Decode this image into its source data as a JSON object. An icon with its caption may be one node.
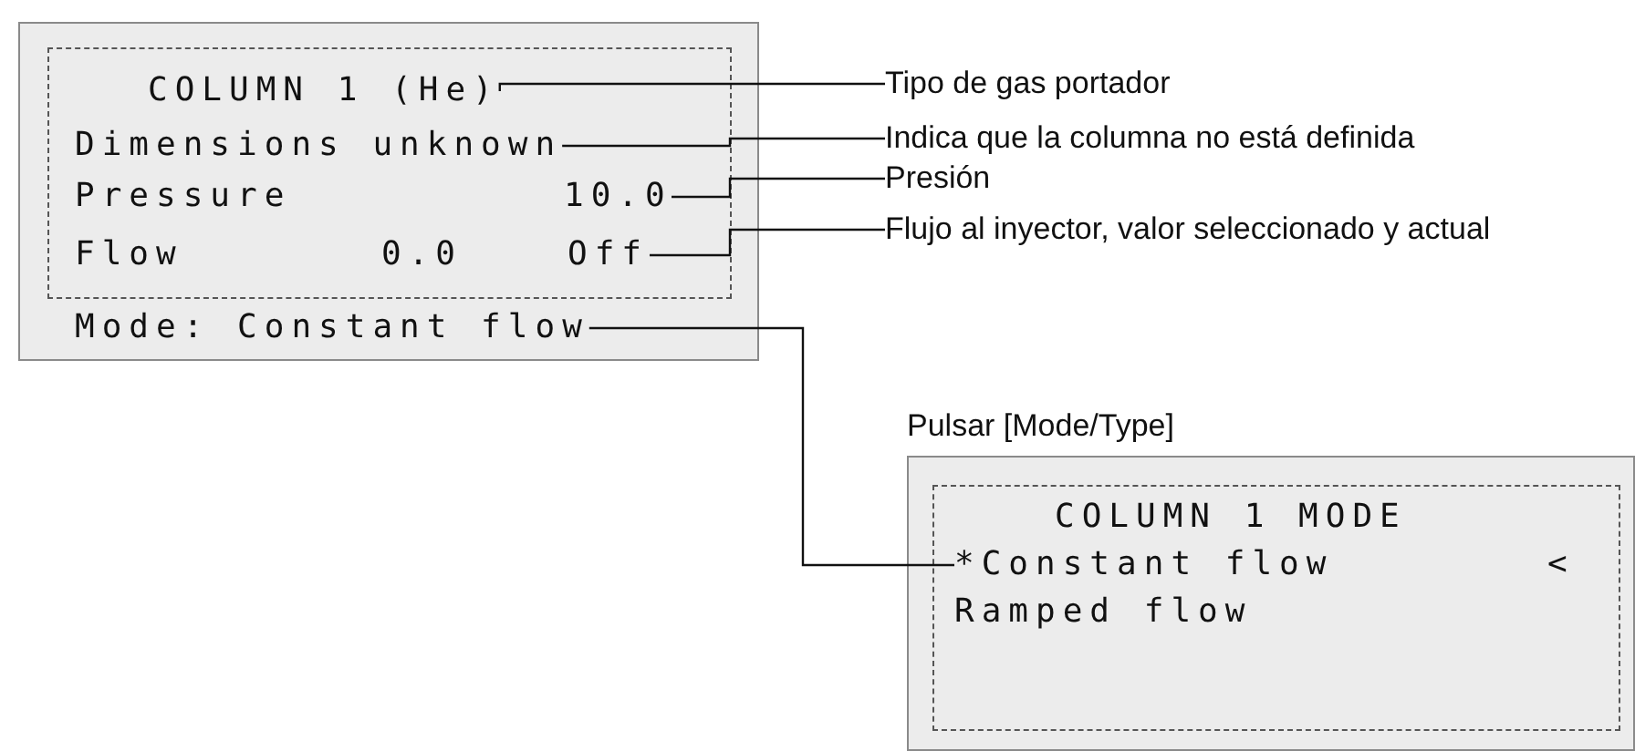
{
  "diagram": {
    "nodes": [
      {
        "text": [],
        "shape": "box"
      },
      {
        "text": [
          "COLUMN 1 (He)"
        ],
        "in": 0
      },
      {
        "text": [
          "Dimensions unknown"
        ],
        "in": 0
      },
      {
        "text": [
          "Pressure",
          "10.0"
        ],
        "in": 0
      },
      {
        "text": [
          "Flow",
          "0.0",
          "Off"
        ],
        "in": 0
      },
      {
        "text": [
          "Mode: Constant flow"
        ],
        "in": 0
      },
      {
        "text": [
          "Tipo de gas portador"
        ]
      },
      {
        "text": [
          "Indica que la columna no está definida"
        ]
      },
      {
        "text": [
          "Presión"
        ]
      },
      {
        "text": [
          "Flujo al inyector, valor seleccionado y actual"
        ]
      },
      {
        "text": [
          "Pulsar [Mode/Type]"
        ]
      },
      {
        "text": [
          "COLUMN 1 MODE"
        ],
        "in": 10
      },
      {
        "text": [
          "*Constant flow",
          "<"
        ],
        "in": 10
      },
      {
        "text": [
          "Ramped flow"
        ],
        "in": 10
      }
    ],
    "edges": [
      {
        "from": 6,
        "to": 1,
        "arrow": "none"
      },
      {
        "from": 7,
        "to": 2,
        "arrow": "none"
      },
      {
        "from": 8,
        "to": 3,
        "arrow": "none"
      },
      {
        "from": 9,
        "to": 4,
        "arrow": "none"
      },
      {
        "from": 5,
        "to": 12,
        "arrow": "none"
      }
    ]
  }
}
